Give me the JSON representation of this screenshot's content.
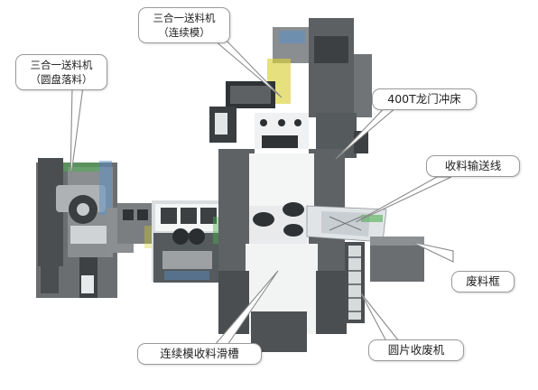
{
  "labels": {
    "feeder_continuous": {
      "line1": "三合一送料机",
      "line2": "（连续模）"
    },
    "feeder_disc": {
      "line1": "三合一送料机",
      "line2": "（圆盘落料）"
    },
    "press": "400T龙门冲床",
    "conveyor": "收料输送线",
    "scrap_box": "废料框",
    "chute": "连续模收料滑槽",
    "disc_collector": "圆片收废机"
  },
  "colors": {
    "machine_gray": "#5f6366",
    "machine_light": "#e6e9ea",
    "machine_white": "#f7f7f7",
    "accent_green": "#4caf50",
    "accent_blue": "#5a8fc8",
    "accent_yellow": "#d9cf3a",
    "leader_line": "#8a8a8a"
  }
}
